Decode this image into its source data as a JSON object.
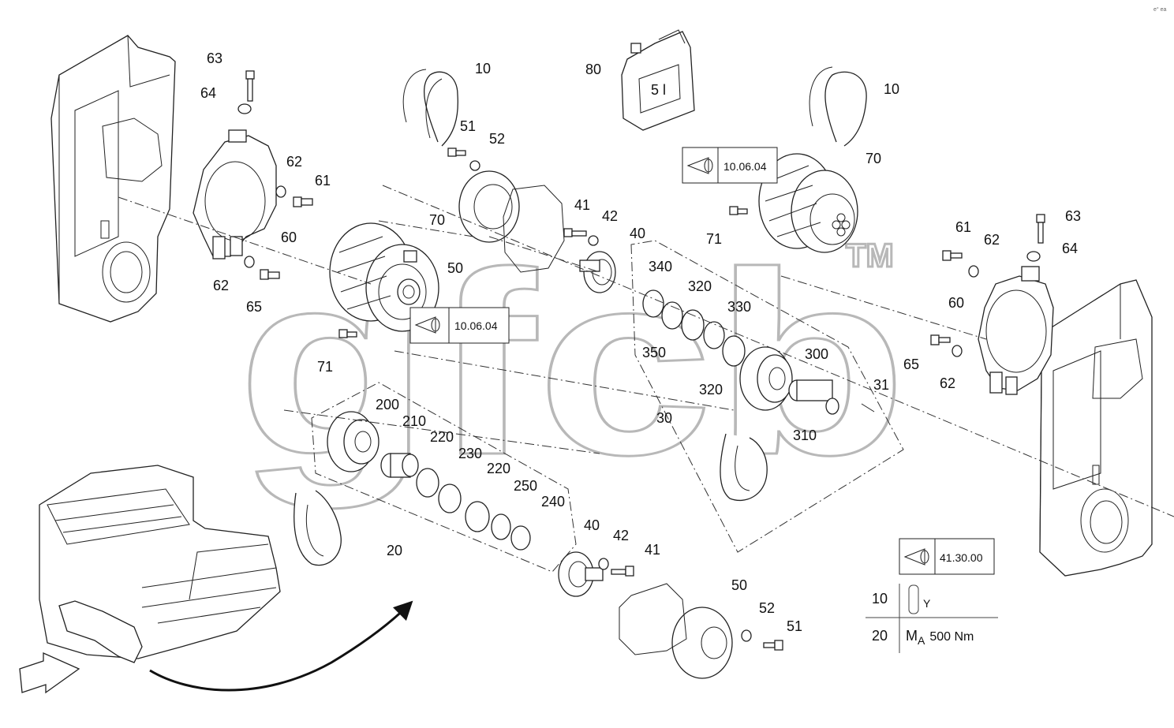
{
  "corner_mark": "e° ea",
  "watermark": {
    "main": "gfcb",
    "tm": "TM"
  },
  "canister_label": "5 l",
  "callouts": {
    "n10a": "10",
    "n10b": "10",
    "n20": "20",
    "n30": "30",
    "n31": "31",
    "n40a": "40",
    "n40b": "40",
    "n41a": "41",
    "n41b": "41",
    "n42a": "42",
    "n42b": "42",
    "n50a": "50",
    "n50b": "50",
    "n51a": "51",
    "n51b": "51",
    "n52a": "52",
    "n52b": "52",
    "n60a": "60",
    "n60b": "60",
    "n61a": "61",
    "n61b": "61",
    "n62a": "62",
    "n62b": "62",
    "n62c": "62",
    "n62d": "62",
    "n63a": "63",
    "n63b": "63",
    "n64a": "64",
    "n64b": "64",
    "n65a": "65",
    "n65b": "65",
    "n70a": "70",
    "n70b": "70",
    "n71a": "71",
    "n71b": "71",
    "n80": "80",
    "n200": "200",
    "n210": "210",
    "n220a": "220",
    "n220b": "220",
    "n230": "230",
    "n240": "240",
    "n250": "250",
    "n300": "300",
    "n310": "310",
    "n320a": "320",
    "n320b": "320",
    "n330": "330",
    "n340": "340",
    "n350": "350"
  },
  "references": [
    {
      "id": "ref-left",
      "text": "10.06.04"
    },
    {
      "id": "ref-top",
      "text": "10.06.04"
    },
    {
      "id": "ref-legend",
      "text": "41.30.00"
    }
  ],
  "legend": {
    "rows": [
      {
        "num": "10",
        "symbol": "Y"
      },
      {
        "num": "20",
        "symbol_main": "M",
        "symbol_sub": "A",
        "symbol_value": "500 Nm"
      }
    ]
  }
}
